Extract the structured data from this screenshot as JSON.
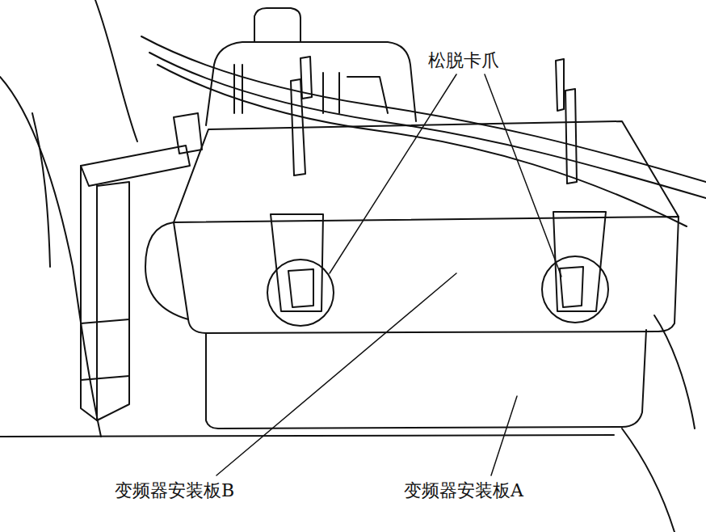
{
  "diagram": {
    "labels": [
      "松脱卡爪",
      "变频器安装板B",
      "变频器安装板A"
    ]
  }
}
